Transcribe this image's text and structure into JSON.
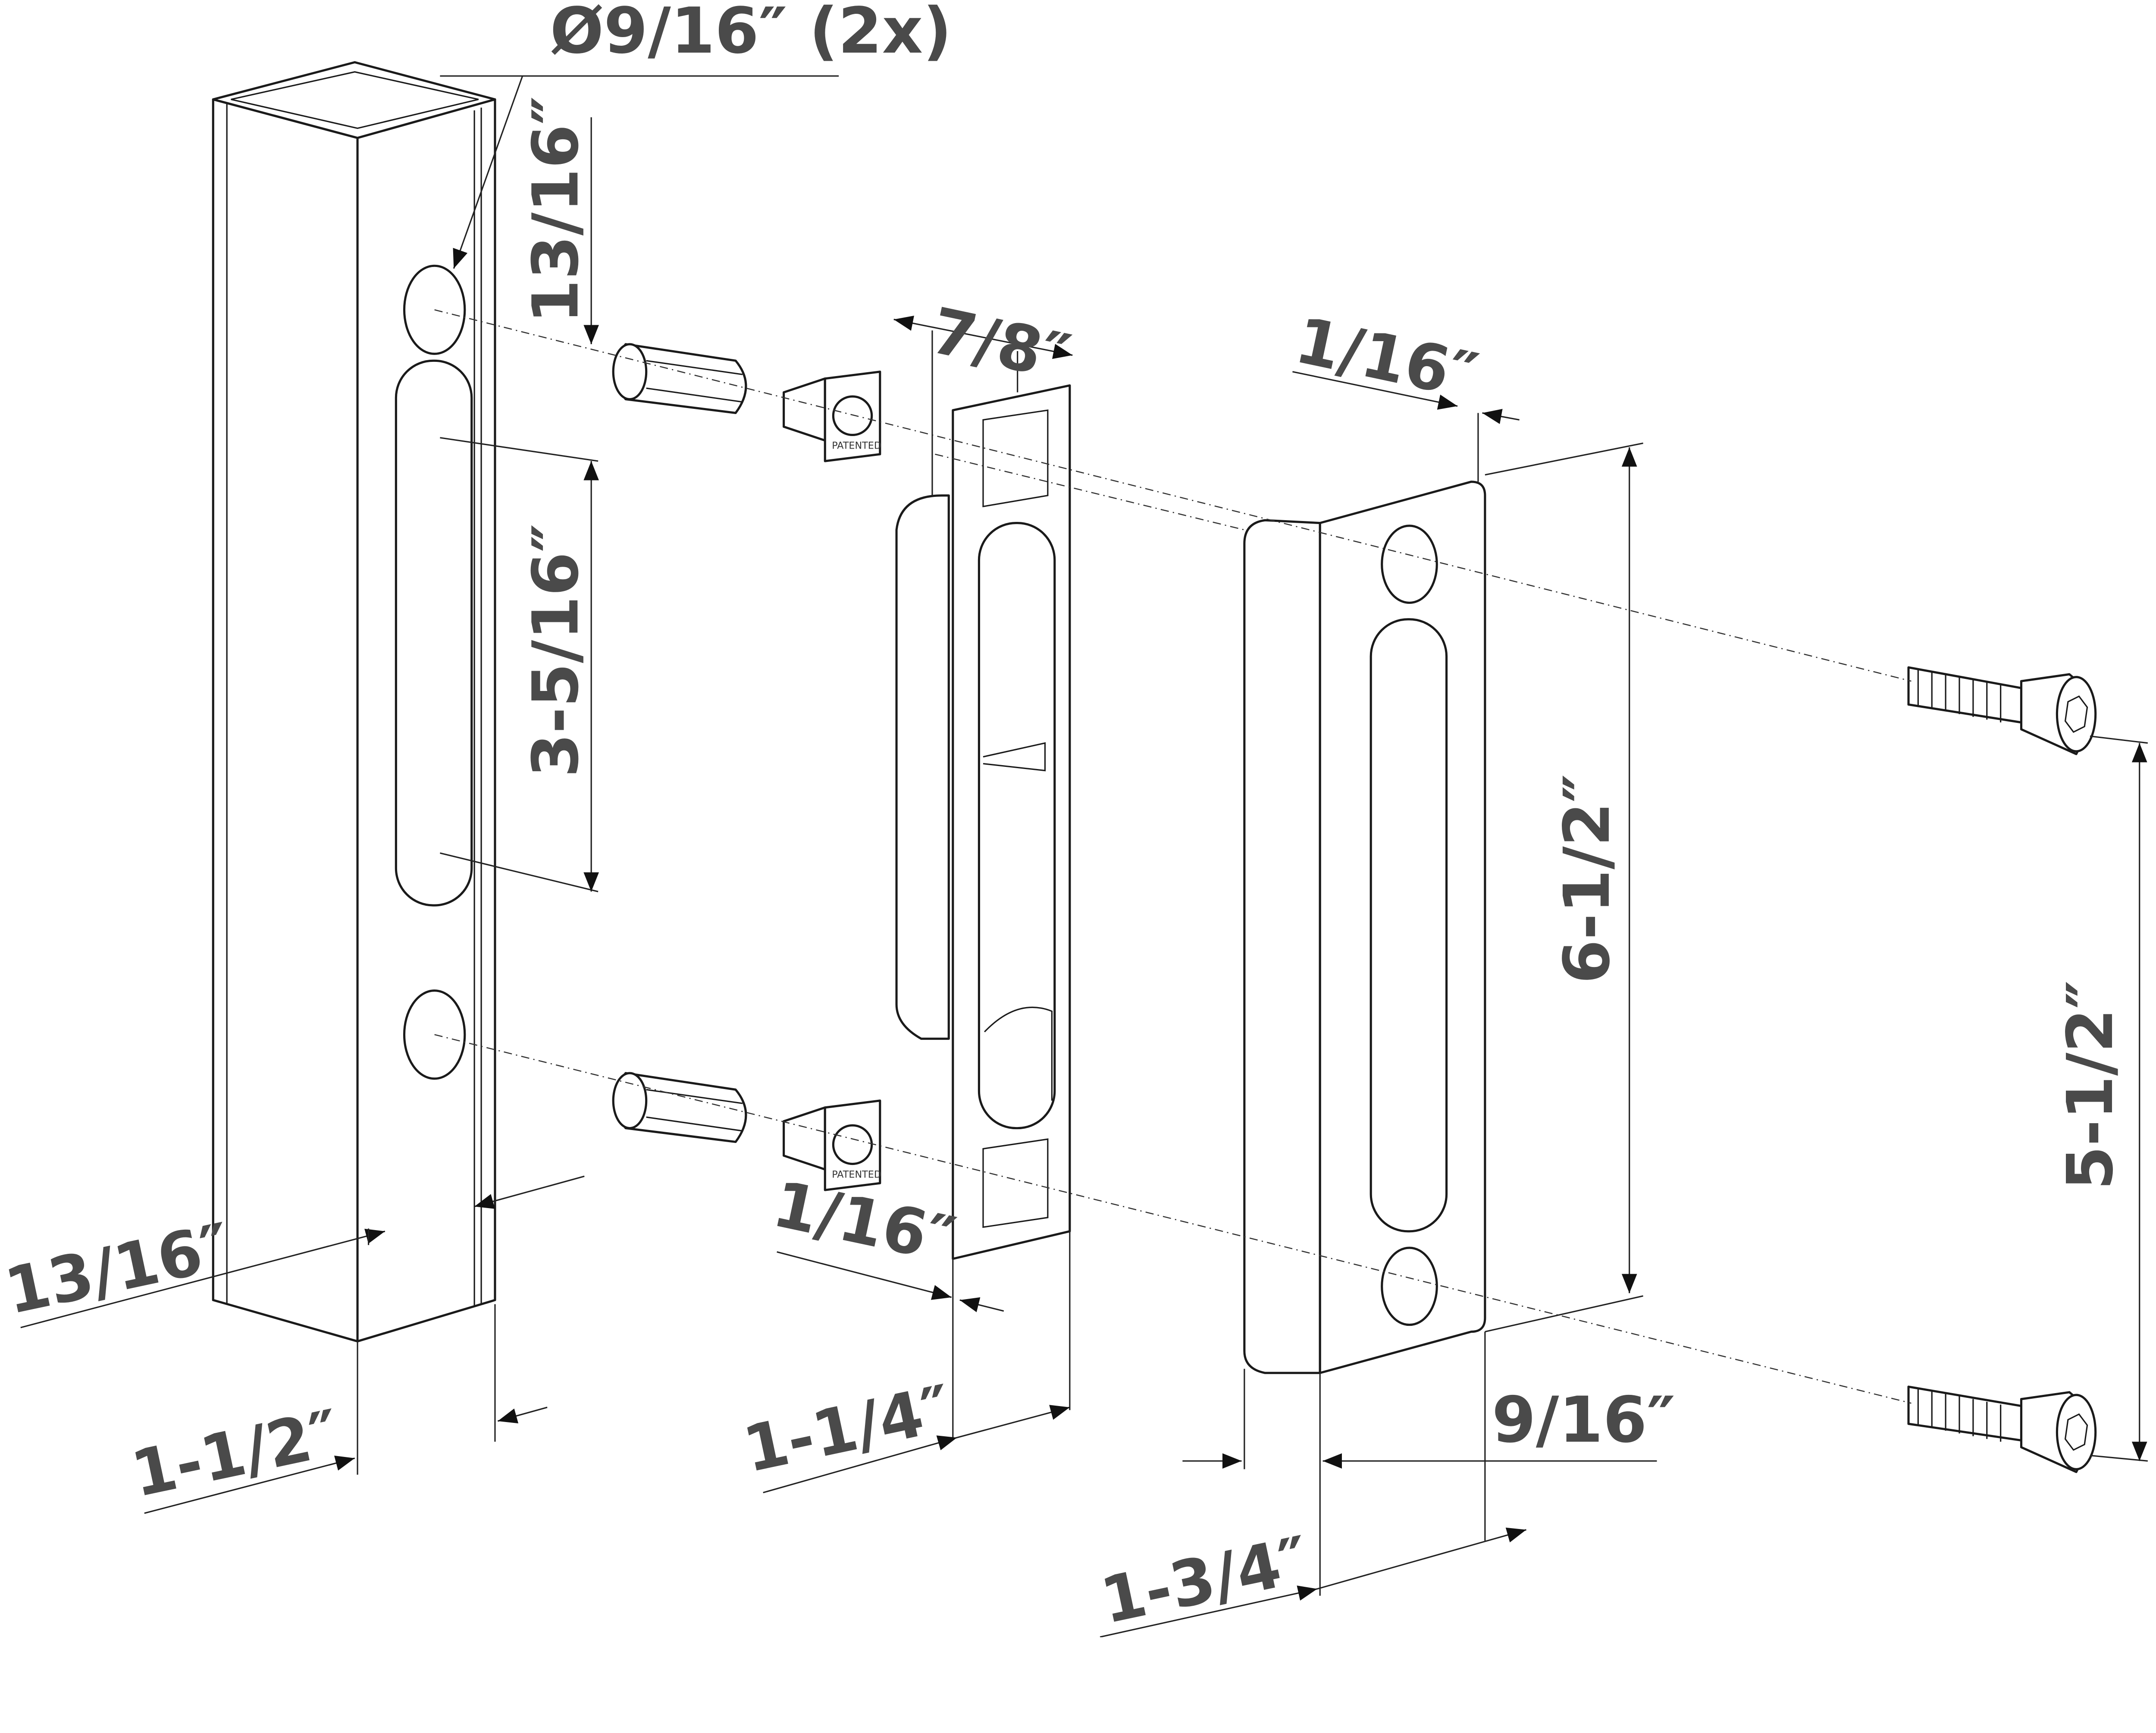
{
  "labels": {
    "hole_diameter": "Ø9/16″ (2x)",
    "hole_offset": "13/16″",
    "slot_length": "3-5/16″",
    "strike_width": "7/8″",
    "keeper_thickness": "1/16″",
    "keeper_height": "6-1/2″",
    "screw_spacing": "5-1/2″",
    "post_slot_offset": "13/16″",
    "post_width": "1-1/2″",
    "strike_thickness": "1/16″",
    "strike_depth": "1-1/4″",
    "keeper_lip": "9/16″",
    "keeper_width": "1-3/4″"
  },
  "bushing_marking": "PATENTED"
}
